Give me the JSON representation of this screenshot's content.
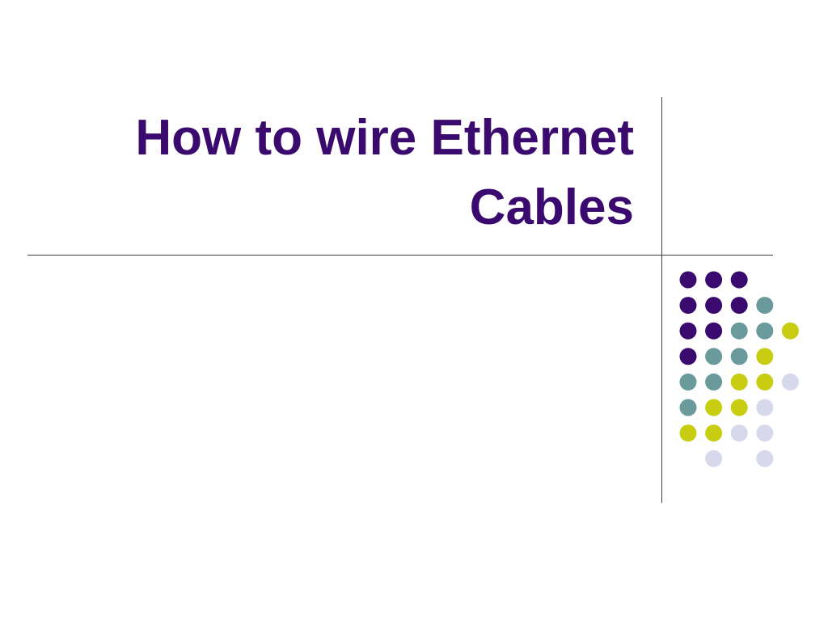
{
  "slide": {
    "title_line1": "How to wire Ethernet",
    "title_line2": "Cables"
  },
  "colors": {
    "title": "#3b0a6e",
    "rule": "#404040",
    "dot_palette": {
      "P": "#3b0a6e",
      "T": "#6a9a9c",
      "Y": "#c9cd12",
      "L": "#d8d8ec"
    }
  },
  "decoration": {
    "name": "dot-grid",
    "rows": [
      "PPP..",
      "PPPT.",
      "PPTTY",
      "PTTY.",
      "TTYYL",
      "TYYL.",
      "YYLL.",
      ".L.L."
    ]
  }
}
